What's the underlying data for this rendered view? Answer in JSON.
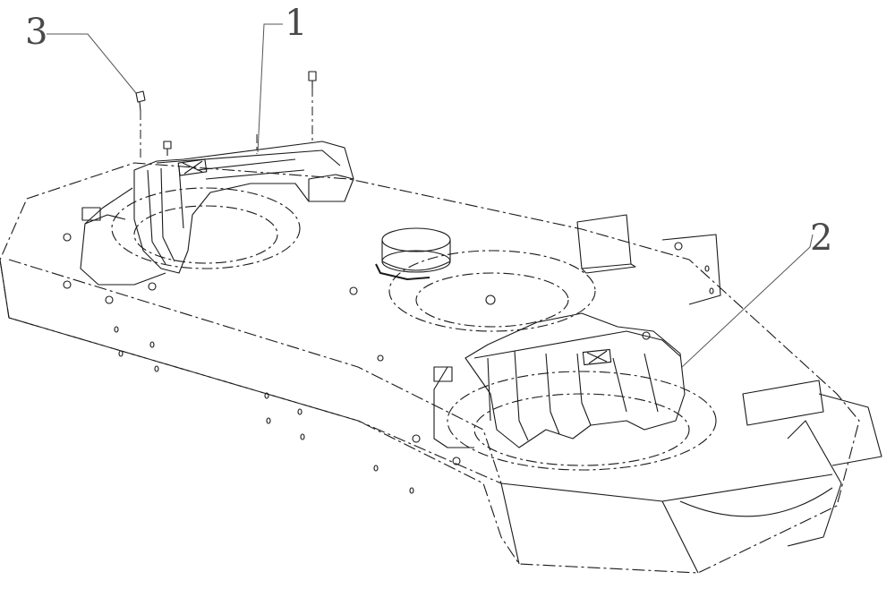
{
  "diagram": {
    "callouts": {
      "c1": "1",
      "c2": "2",
      "c3": "3"
    },
    "caption": "",
    "colors": {
      "line": "#1a1a1a",
      "leader": "#555555",
      "background": "#ffffff"
    }
  }
}
